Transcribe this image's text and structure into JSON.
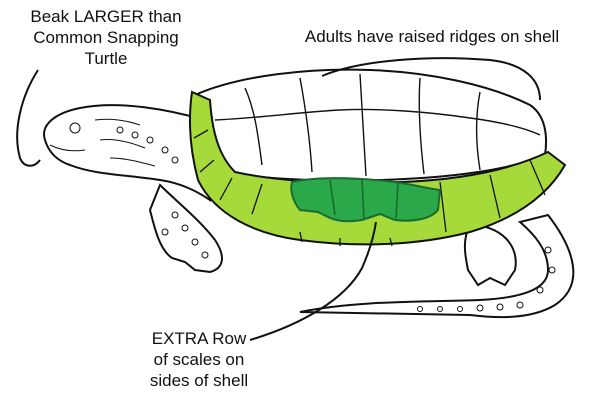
{
  "colors": {
    "marginal_scutes": "#a6d93a",
    "extra_row_scutes": "#2aa84a",
    "extra_row_outline": "#1a6b2e",
    "outline": "#111111",
    "shell_top": "#ffffff"
  },
  "annotations": {
    "beak": {
      "lines": [
        "Beak LARGER than",
        "Common Snapping",
        "Turtle"
      ]
    },
    "ridges": {
      "lines": [
        "Adults have raised ridges on shell"
      ]
    },
    "extra_row": {
      "lines": [
        "EXTRA Row",
        "of scales on",
        "sides of shell"
      ]
    }
  }
}
